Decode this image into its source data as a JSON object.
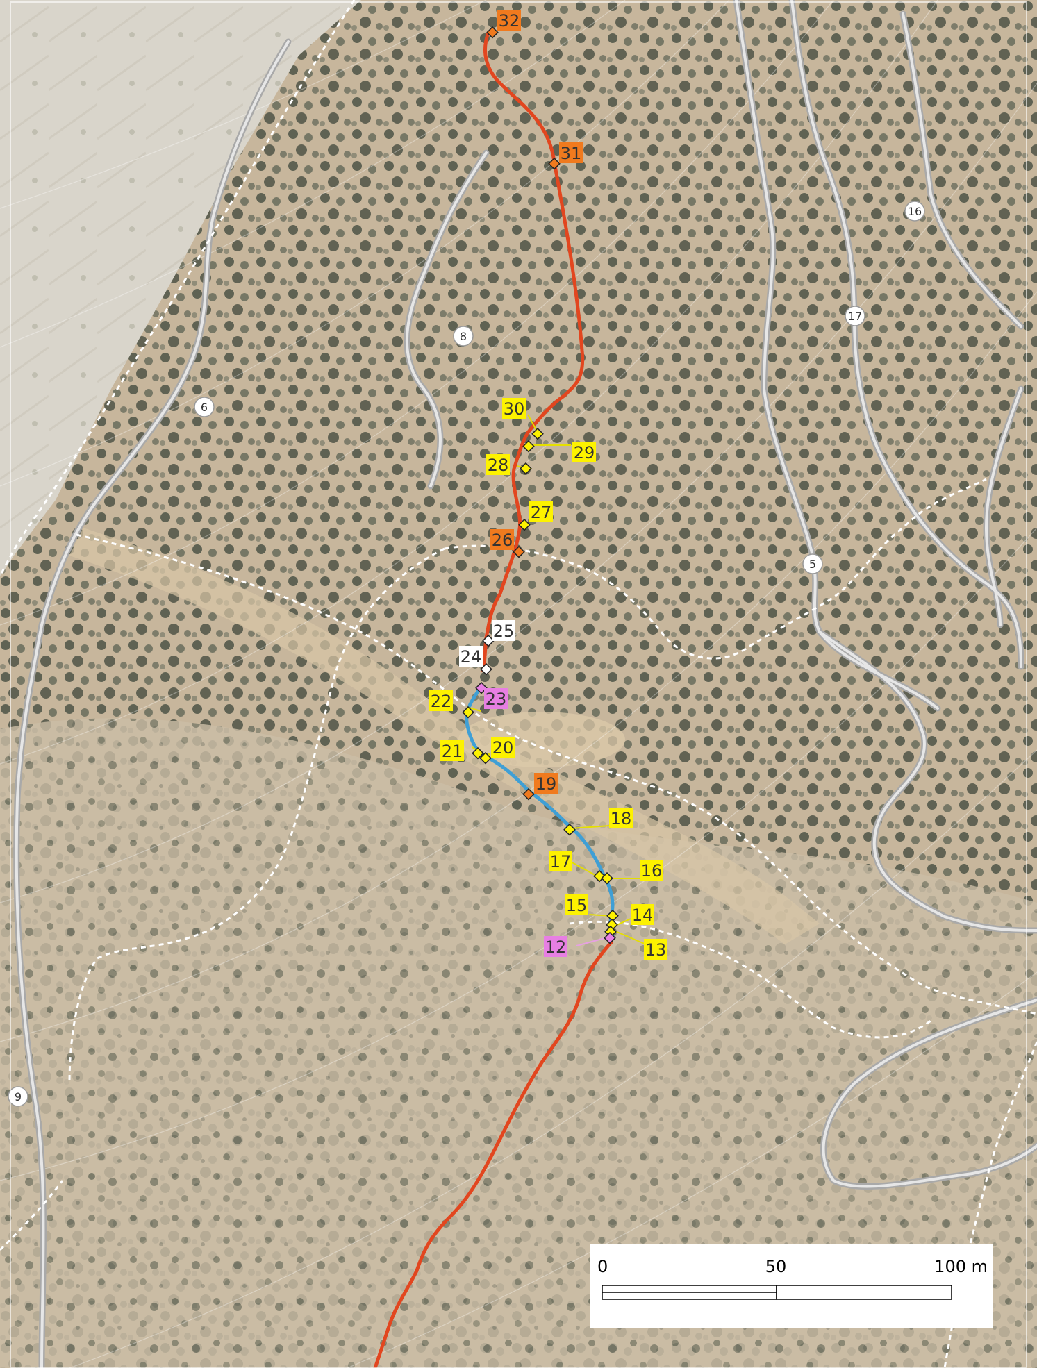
{
  "map": {
    "colors": {
      "ground": "#c9b9a0",
      "field": "#d9d4c8",
      "vegetation": "#4f5648",
      "trail_red": "#e2461f",
      "trail_blue": "#3f9fd5",
      "label_yellow": "#fdf200",
      "label_orange": "#f07a1e",
      "label_pink": "#e77fe3",
      "label_white": "#ffffff",
      "road_line": "#d8d8d8",
      "dashed_track": "#ffffff"
    },
    "waypoints": [
      {
        "id": "wp-32",
        "label": "32",
        "style": "orange"
      },
      {
        "id": "wp-31",
        "label": "31",
        "style": "orange"
      },
      {
        "id": "wp-30",
        "label": "30",
        "style": "yellow"
      },
      {
        "id": "wp-29",
        "label": "29",
        "style": "yellow"
      },
      {
        "id": "wp-28",
        "label": "28",
        "style": "yellow"
      },
      {
        "id": "wp-27",
        "label": "27",
        "style": "yellow"
      },
      {
        "id": "wp-26",
        "label": "26",
        "style": "orange"
      },
      {
        "id": "wp-25",
        "label": "25",
        "style": "white"
      },
      {
        "id": "wp-24",
        "label": "24",
        "style": "white"
      },
      {
        "id": "wp-23",
        "label": "23",
        "style": "pink"
      },
      {
        "id": "wp-22",
        "label": "22",
        "style": "yellow"
      },
      {
        "id": "wp-21",
        "label": "21",
        "style": "yellow"
      },
      {
        "id": "wp-20",
        "label": "20",
        "style": "yellow"
      },
      {
        "id": "wp-19",
        "label": "19",
        "style": "orange"
      },
      {
        "id": "wp-18",
        "label": "18",
        "style": "yellow"
      },
      {
        "id": "wp-17",
        "label": "17",
        "style": "yellow"
      },
      {
        "id": "wp-16",
        "label": "16",
        "style": "yellow"
      },
      {
        "id": "wp-15",
        "label": "15",
        "style": "yellow"
      },
      {
        "id": "wp-14",
        "label": "14",
        "style": "yellow"
      },
      {
        "id": "wp-13",
        "label": "13",
        "style": "yellow"
      },
      {
        "id": "wp-12",
        "label": "12",
        "style": "pink"
      }
    ],
    "road_markers": [
      {
        "id": "rm-16",
        "label": "16"
      },
      {
        "id": "rm-17",
        "label": "17"
      },
      {
        "id": "rm-8",
        "label": "8"
      },
      {
        "id": "rm-6",
        "label": "6"
      },
      {
        "id": "rm-5",
        "label": "5"
      },
      {
        "id": "rm-9",
        "label": "9"
      }
    ],
    "scale_bar": {
      "start": "0",
      "mid": "50",
      "end": "100 m"
    }
  }
}
